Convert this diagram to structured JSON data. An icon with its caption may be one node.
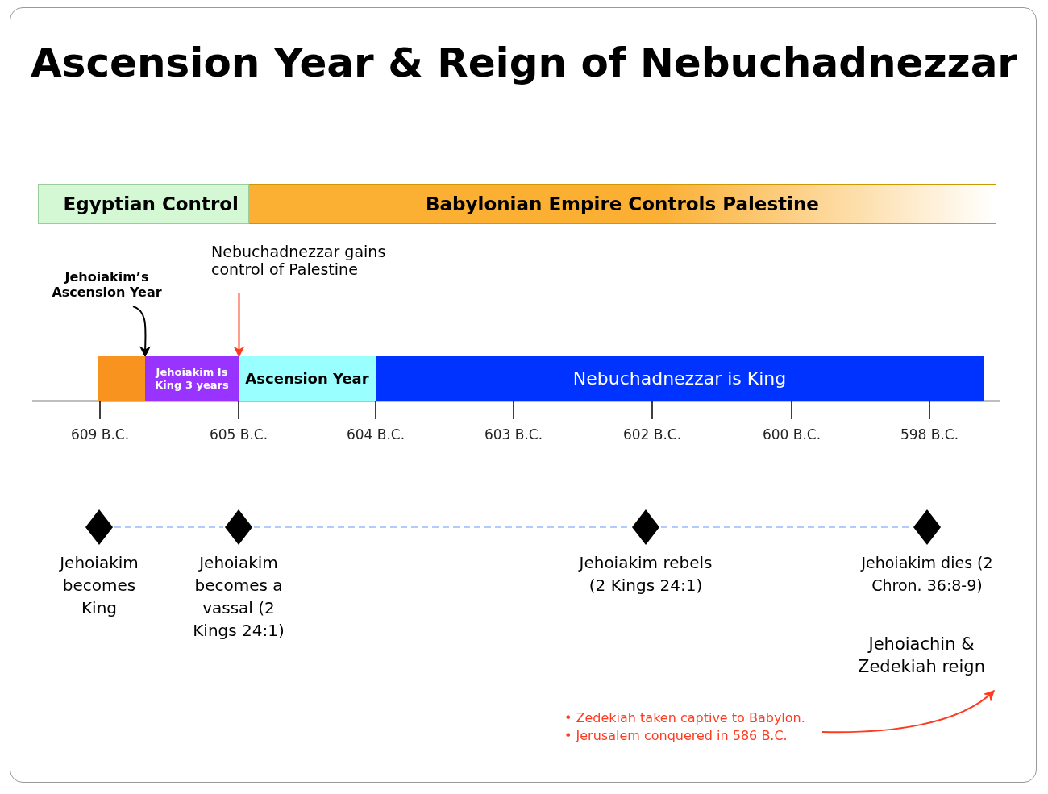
{
  "diagram": {
    "title": "Ascension Year & Reign of Nebuchadnezzar",
    "nodes": [
      {
        "text": [
          "Egyptian Control"
        ]
      },
      {
        "text": [
          "Babylonian Empire Controls Palestine"
        ]
      },
      {
        "text": [
          "Nebuchadnezzar gains control of Palestine"
        ]
      },
      {
        "text": [
          "Jehoiakim’s Ascension Year"
        ]
      },
      {
        "text": [],
        "shape": "bar"
      },
      {
        "text": [
          "Jehoiakim Is King 3 years"
        ]
      },
      {
        "text": [
          "Ascension Year"
        ]
      },
      {
        "text": [
          "Nebuchadnezzar is King"
        ]
      },
      {
        "text": [],
        "shape": "diamond",
        "beside": [
          "Jehoiakim becomes King"
        ]
      },
      {
        "text": [],
        "shape": "diamond",
        "beside": [
          "Jehoiakim becomes a vassal (2 Kings 24:1)"
        ]
      },
      {
        "text": [],
        "shape": "diamond",
        "beside": [
          "Jehoiakim rebels (2 Kings 24:1)"
        ]
      },
      {
        "text": [],
        "shape": "diamond",
        "beside": [
          "Jehoiakim dies (2 Chron. 36:8-9)"
        ]
      },
      {
        "text": [
          "Jehoiachin & Zedekiah reign"
        ]
      },
      {
        "text": [
          "• Zedekiah taken captive to Babylon.",
          "• Jerusalem conquered in 586 B.C."
        ]
      }
    ],
    "edges": [
      {
        "from": 3,
        "to": 5,
        "arrow": "to",
        "color": "#000000"
      },
      {
        "from": 2,
        "to": 6,
        "arrow": "to",
        "color": "#ff3b1f"
      },
      {
        "from": 8,
        "to": 9,
        "arrow": "none",
        "style": "dashed",
        "color": "#99bbff"
      },
      {
        "from": 9,
        "to": 10,
        "arrow": "none",
        "style": "dashed",
        "color": "#99bbff"
      },
      {
        "from": 10,
        "to": 11,
        "arrow": "none",
        "style": "dashed",
        "color": "#99bbff"
      },
      {
        "from": 13,
        "to": 12,
        "arrow": "to",
        "color": "#ff3b1f"
      }
    ],
    "labels": [
      "609 B.C.",
      "605 B.C.",
      "604 B.C.",
      "603 B.C.",
      "602 B.C.",
      "600 B.C.",
      "598 B.C."
    ]
  }
}
